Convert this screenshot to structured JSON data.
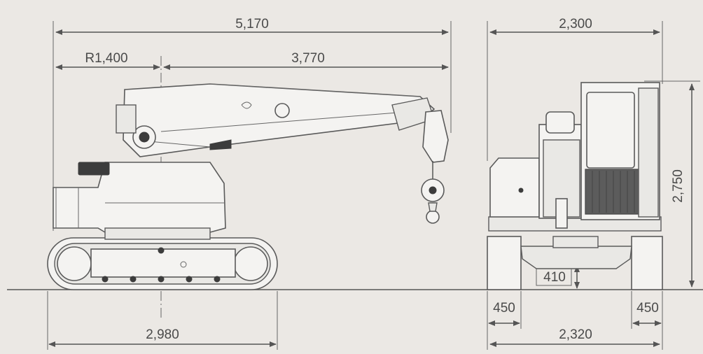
{
  "dimensions": {
    "overall_length": "5,170",
    "tail_radius": "R1,400",
    "boom_reach": "3,770",
    "overall_width": "2,300",
    "overall_height": "2,750",
    "ground_clearance": "410",
    "left_track_width": "450",
    "right_track_width": "450",
    "track_gauge_width": "2,320",
    "track_length": "2,980"
  },
  "colors": {
    "background": "#ebe8e4",
    "line": "#555555",
    "body_fill": "#f4f3f1"
  }
}
